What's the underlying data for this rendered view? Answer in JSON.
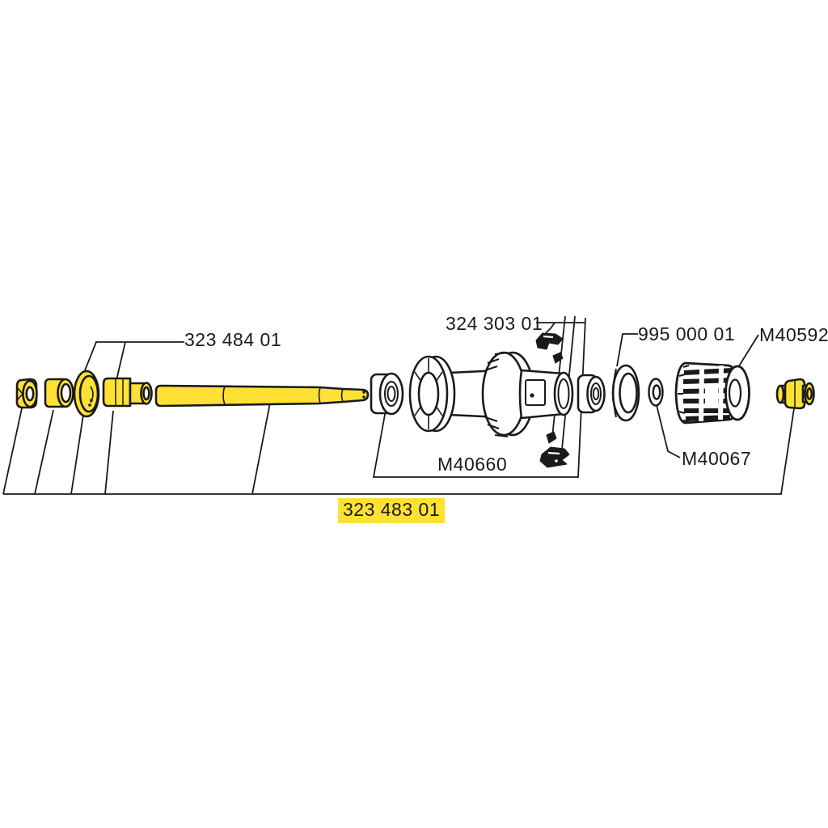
{
  "diagram": {
    "type": "exploded-parts-diagram",
    "subject": "rear-hub-assembly",
    "colors": {
      "background": "#ffffff",
      "outline": "#1a1a1a",
      "part_yellow": "#ffe135",
      "part_white": "#ffffff",
      "highlight": "#ffe135"
    },
    "labels": {
      "cone_adjuster_kit": "323 484 01",
      "pawls_springs_kit": "324 303 01",
      "dust_seal": "995 000 01",
      "freehub_body": "M40592",
      "hub_assembly": "M40660",
      "washer": "M40067",
      "axle_kit": "323 483 01"
    }
  }
}
